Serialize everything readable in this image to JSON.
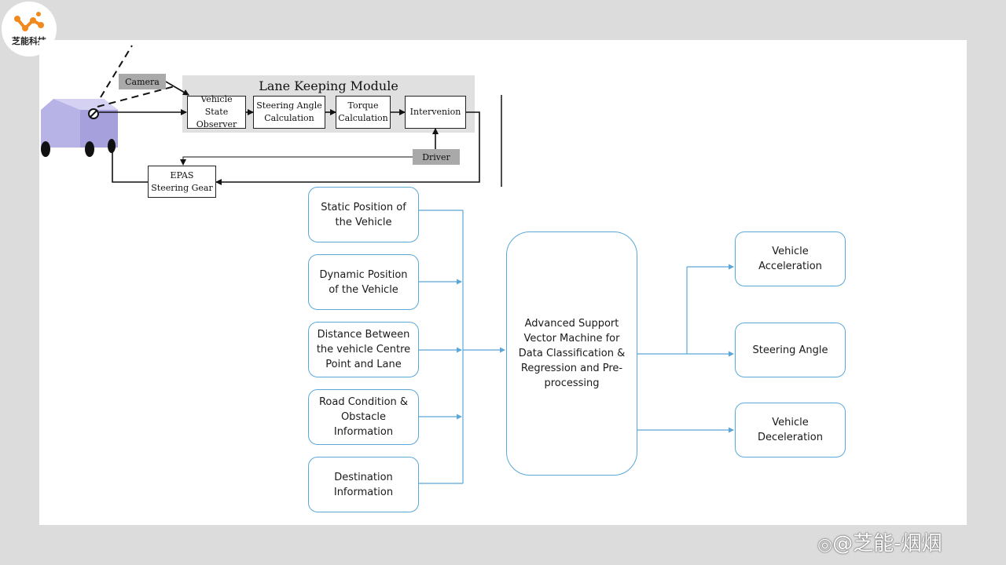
{
  "logo": {
    "text": "芝能科技"
  },
  "watermark": {
    "text": "@芝能-烟烟"
  },
  "lane_keeping": {
    "title": "Lane Keeping Module",
    "camera": "Camera",
    "driver": "Driver",
    "steps": [
      {
        "label": "Vehicle State Observer"
      },
      {
        "label": "Steering Angle Calculation"
      },
      {
        "label": "Torque Calculation"
      },
      {
        "label": "Intervenion"
      }
    ],
    "epas": "EPAS Steering Gear"
  },
  "svm_diagram": {
    "inputs": [
      {
        "label": "Static Position of the Vehicle"
      },
      {
        "label": "Dynamic Position of the Vehicle"
      },
      {
        "label": "Distance Between the vehicle Centre Point and Lane"
      },
      {
        "label": "Road Condition & Obstacle Information"
      },
      {
        "label": "Destination Information"
      }
    ],
    "core": "Advanced Support Vector Machine for Data Classification & Regression and Pre-processing",
    "outputs": [
      {
        "label": "Vehicle Acceleration"
      },
      {
        "label": "Steering Angle"
      },
      {
        "label": "Vehicle Deceleration"
      }
    ]
  },
  "colors": {
    "flow_line": "#5aa8d8",
    "box_border": "#5aa8d8",
    "gray_box": "#a9a9a9",
    "car_body": "#b7b3e6"
  }
}
